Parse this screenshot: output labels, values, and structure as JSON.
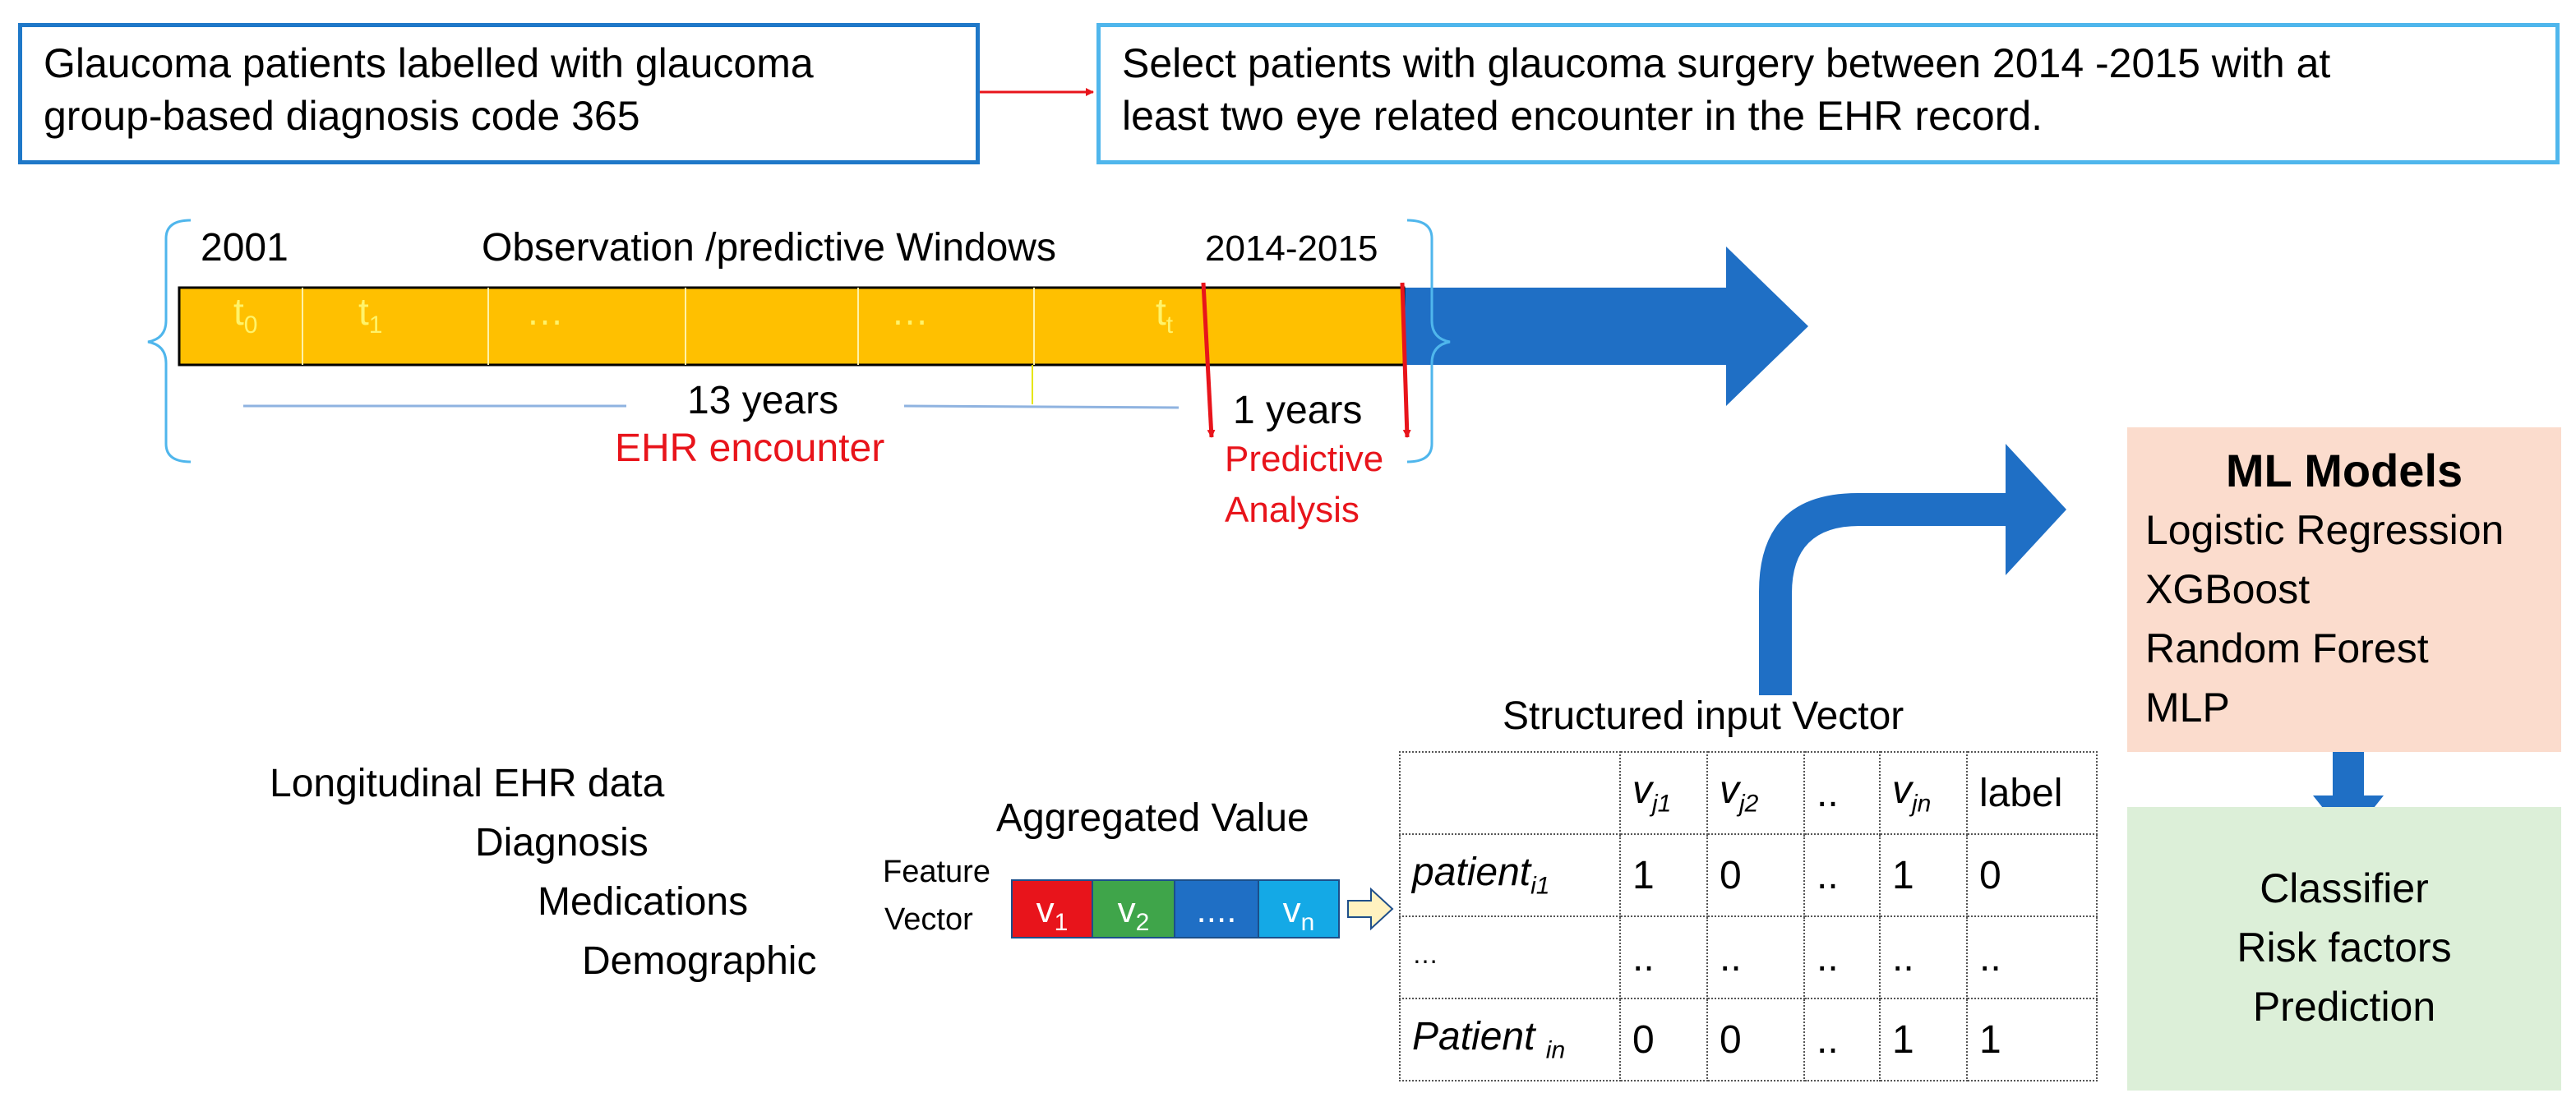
{
  "top": {
    "box1_line1": "Glaucoma patients labelled with glaucoma",
    "box1_line2": "group-based diagnosis code 365",
    "box2_line1": "Select patients with glaucoma surgery between 2014 -2015 with at",
    "box2_line2": "least two eye related encounter in the EHR record."
  },
  "timeline": {
    "start_year": "2001",
    "title": "Observation /predictive Windows",
    "end_years": "2014-2015",
    "segments": [
      "t0",
      "t1",
      "...",
      "...",
      "tt"
    ],
    "seg_t0_base": "t",
    "seg_t0_sub": "0",
    "seg_t1_base": "t",
    "seg_t1_sub": "1",
    "seg_dots1": "…",
    "seg_dots2": "…",
    "seg_tt_base": "t",
    "seg_tt_sub": "t",
    "span_obs": "13 years",
    "span_obs_label": "EHR encounter",
    "span_pred": "1 years",
    "pred_label_1": "Predictive",
    "pred_label_2": "Analysis"
  },
  "ml": {
    "title": "ML Models",
    "models": [
      "Logistic Regression",
      "XGBoost",
      "Random Forest",
      "MLP"
    ]
  },
  "outputs": [
    "Classifier",
    "Risk factors",
    "Prediction"
  ],
  "ehr": {
    "title": "Longitudinal EHR data",
    "items": [
      "Diagnosis",
      "Medications",
      "Demographic"
    ]
  },
  "feature": {
    "aggregated_label": "Aggregated Value",
    "label_line1": "Feature",
    "label_line2": "Vector",
    "cells": [
      {
        "base": "v",
        "sub": "1"
      },
      {
        "base": "v",
        "sub": "2"
      },
      {
        "base": "....",
        "sub": ""
      },
      {
        "base": "v",
        "sub": "n"
      }
    ]
  },
  "structured": {
    "title": "Structured input  Vector",
    "header": [
      {
        "base": "",
        "sub": ""
      },
      {
        "base": "v",
        "sub": "j1"
      },
      {
        "base": "v",
        "sub": "j2"
      },
      {
        "base": "..",
        "sub": ""
      },
      {
        "base": "v",
        "sub": "jn"
      },
      {
        "base": "label",
        "sub": ""
      }
    ],
    "rows": [
      {
        "name_base": "patient",
        "name_sub": "i1",
        "values": [
          "1",
          "0",
          "..",
          "1",
          "0"
        ]
      },
      {
        "name_base": "…",
        "name_sub": "",
        "values": [
          "..",
          "..",
          "..",
          "..",
          ".."
        ]
      },
      {
        "name_base": "Patient ",
        "name_sub": "in",
        "values": [
          "0",
          "0",
          "..",
          "1",
          "1"
        ]
      }
    ]
  },
  "colors": {
    "timeline_bar": "#ffc000",
    "arrow_blue": "#1f6fc5",
    "red": "#e8141b",
    "ml_box": "#fbdccd",
    "output_box": "#dcefd8",
    "cell_v1": "#e8141b",
    "cell_v2": "#3fa54a",
    "cell_dots": "#1f6fc5",
    "cell_vn": "#14a9e6"
  }
}
